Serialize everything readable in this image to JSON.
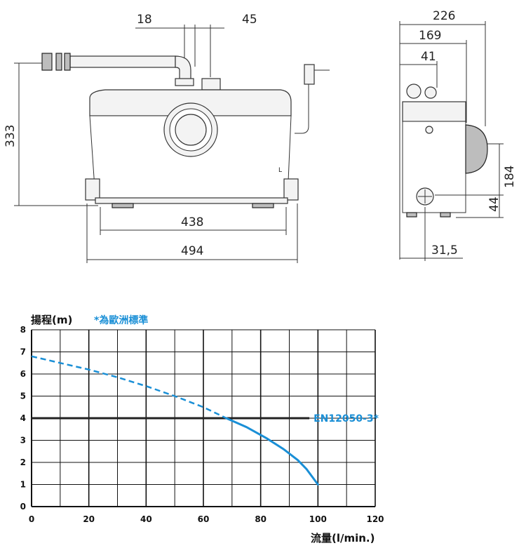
{
  "drawing": {
    "front_view": {
      "dim_18": "18",
      "dim_45": "45",
      "dim_333": "333",
      "dim_438": "438",
      "dim_494": "494",
      "outlet_mark": "L"
    },
    "side_view": {
      "dim_226": "226",
      "dim_169": "169",
      "dim_41": "41",
      "dim_184": "184",
      "dim_44": "44",
      "dim_31_5": "31,5"
    }
  },
  "chart_data": {
    "type": "line",
    "title": "",
    "ylabel": "揚程(m)",
    "xlabel": "流量(l/min.)",
    "note": "*為歐洲標準",
    "xlim": [
      0,
      120
    ],
    "ylim": [
      0,
      8
    ],
    "x_ticks": [
      0,
      20,
      40,
      60,
      80,
      100,
      120
    ],
    "y_ticks": [
      0,
      1,
      2,
      3,
      4,
      5,
      6,
      7,
      8
    ],
    "x_gridlines": [
      0,
      20,
      40,
      60,
      80,
      100,
      120
    ],
    "x_minor_gridlines": [
      10,
      30,
      50,
      70,
      90,
      110
    ],
    "y_gridlines": [
      0,
      1,
      2,
      3,
      4,
      5,
      6,
      7,
      8
    ],
    "grid": true,
    "colors": {
      "curve": "#1a8fd6",
      "reference": "#222222",
      "grid": "#111111"
    },
    "series": [
      {
        "style": "dashed",
        "points": [
          [
            0,
            6.8
          ],
          [
            10,
            6.5
          ],
          [
            20,
            6.2
          ],
          [
            30,
            5.85
          ],
          [
            40,
            5.45
          ],
          [
            50,
            5.0
          ],
          [
            60,
            4.5
          ],
          [
            68,
            4.0
          ]
        ]
      },
      {
        "style": "solid",
        "points": [
          [
            68,
            4.0
          ],
          [
            75,
            3.6
          ],
          [
            82,
            3.1
          ],
          [
            88,
            2.6
          ],
          [
            93,
            2.1
          ],
          [
            96,
            1.7
          ],
          [
            98,
            1.35
          ],
          [
            100,
            1.0
          ]
        ]
      }
    ],
    "reference_line": {
      "y": 4,
      "x_end": 97,
      "label": "EN12050-3*"
    }
  }
}
